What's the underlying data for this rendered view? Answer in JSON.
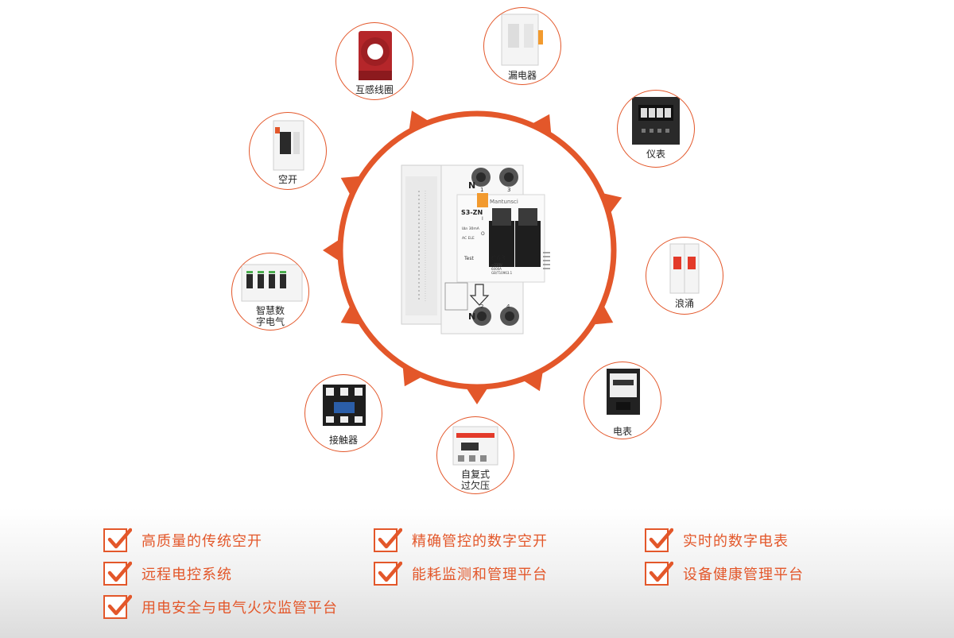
{
  "center_device": {
    "brand": "Mantunsci",
    "model": "S3-ZN",
    "rating": "C63",
    "terminal_top_left": "N",
    "terminal_top_1": "1",
    "terminal_top_3": "3",
    "terminal_bottom_left": "N",
    "terminal_bottom_2": "2",
    "terminal_bottom_4": "4",
    "test_label": "Test",
    "i_label": "I",
    "o_label": "O",
    "spec_1": "IΔn 30mA",
    "spec_2": "AC  ELE",
    "volt": "~230V",
    "cap": "6000A",
    "std": "GB/T10963.1"
  },
  "nodes": [
    {
      "key": "ct",
      "label": "互感线圈"
    },
    {
      "key": "rcd",
      "label": "漏电器"
    },
    {
      "key": "meter",
      "label": "仪表"
    },
    {
      "key": "breaker",
      "label": "空开"
    },
    {
      "key": "surge",
      "label": "浪涌"
    },
    {
      "key": "smart",
      "label": "智慧数\n字电气"
    },
    {
      "key": "energy",
      "label": "电表"
    },
    {
      "key": "contactor",
      "label": "接触器"
    },
    {
      "key": "protector",
      "label": "自复式\n过欠压"
    }
  ],
  "features": [
    "高质量的传统空开",
    "精确管控的数字空开",
    "实时的数字电表",
    "远程电控系统",
    "能耗监测和管理平台",
    "设备健康管理平台",
    "用电安全与电气火灾监管平台"
  ],
  "colors": {
    "accent": "#e3572a",
    "text": "#222222"
  },
  "icons": {
    "arrow": "arrow-icon",
    "check": "check-icon"
  }
}
